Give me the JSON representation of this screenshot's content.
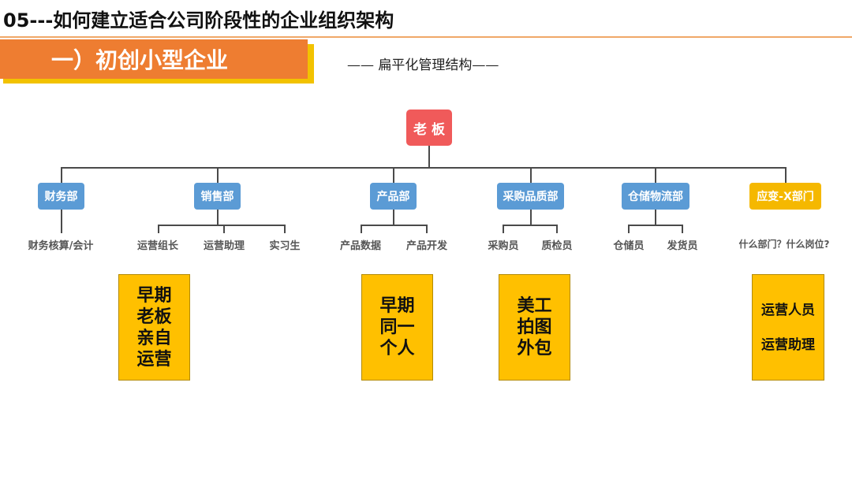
{
  "header": {
    "title": "05---如何建立适合公司阶段性的企业组织架构",
    "section": "一）初创小型企业",
    "subtitle": "—— 扁平化管理结构——"
  },
  "chart": {
    "root": "老 板",
    "departments": [
      {
        "name": "财务部",
        "roles": [
          "财务核算/会计"
        ]
      },
      {
        "name": "销售部",
        "roles": [
          "运营组长",
          "运营助理",
          "实习生"
        ]
      },
      {
        "name": "产品部",
        "roles": [
          "产品数据",
          "产品开发"
        ]
      },
      {
        "name": "采购品质部",
        "roles": [
          "采购员",
          "质检员"
        ]
      },
      {
        "name": "仓储物流部",
        "roles": [
          "仓储员",
          "发货员"
        ]
      },
      {
        "name": "应变-X部门",
        "roles": [
          "什么部门？什么岗位?"
        ]
      }
    ]
  },
  "notes": [
    {
      "lines": [
        "早期",
        "老板",
        "亲自",
        "运营"
      ]
    },
    {
      "lines": [
        "早期",
        "同一",
        "个人"
      ]
    },
    {
      "lines": [
        "美工",
        "拍图",
        "外包"
      ]
    },
    {
      "lines": [
        "运营人员",
        "",
        "运营助理"
      ]
    }
  ],
  "colors": {
    "root": "#f05a5a",
    "dept": "#5b9bd5",
    "dept_special": "#f5b800",
    "note": "#ffc000",
    "banner": "#ee7d31"
  }
}
